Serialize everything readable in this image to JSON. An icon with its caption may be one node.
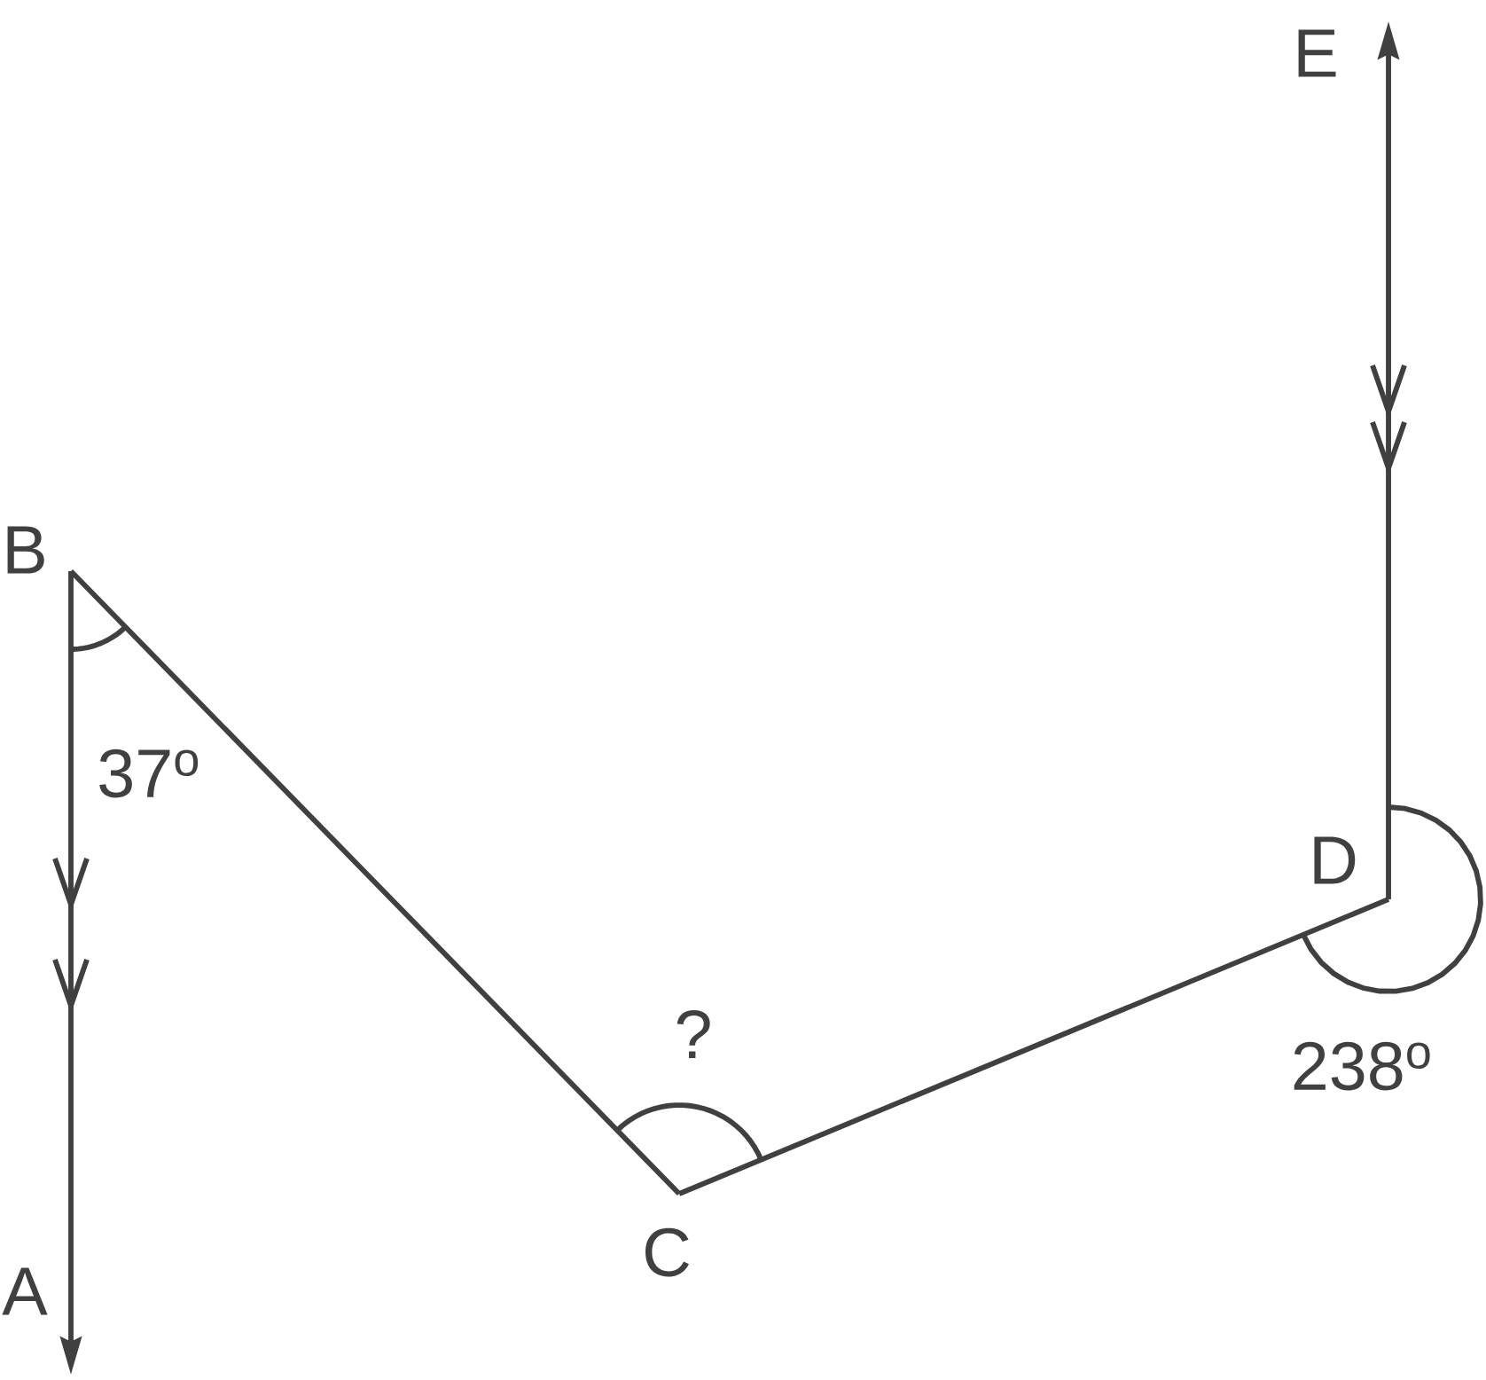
{
  "diagram": {
    "nodes": [
      {
        "text": [
          "E"
        ]
      },
      {
        "text": [
          "B"
        ]
      },
      {
        "text": [
          "D"
        ]
      },
      {
        "text": [
          "C"
        ]
      },
      {
        "text": [
          "A"
        ]
      }
    ],
    "edges": [
      {
        "from": 1,
        "to": 4,
        "arrow": "to"
      },
      {
        "from": 1,
        "to": 3,
        "arrow": "none"
      },
      {
        "from": 3,
        "to": 2,
        "arrow": "none"
      },
      {
        "from": 2,
        "to": 0,
        "arrow": "to"
      }
    ],
    "labels": [
      "37$^{o}$",
      "?",
      "238$^{o}$"
    ]
  }
}
